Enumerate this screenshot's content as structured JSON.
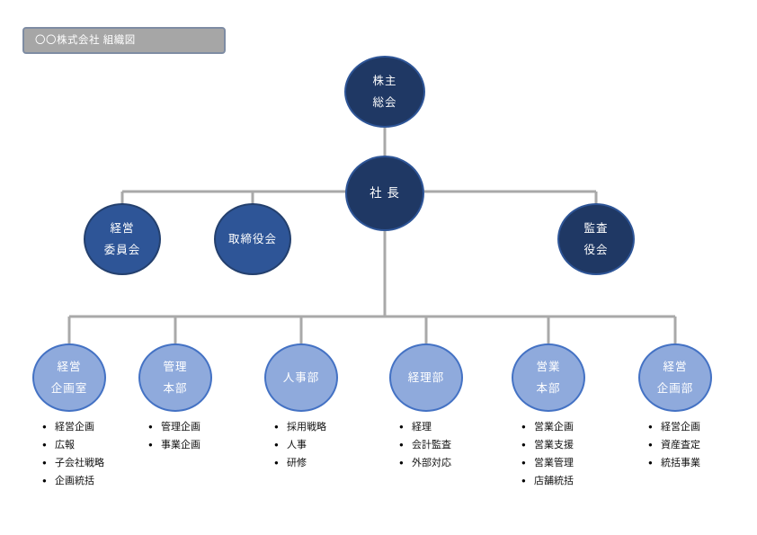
{
  "title": "〇〇株式会社 組織図",
  "bullet_glyph": "●",
  "colors": {
    "navy": "#1F3864",
    "navy_border": "#2E5597",
    "blue": "#2E5597",
    "blue_border": "#24406E",
    "lightblue": "#8FAADC",
    "lightblue_border": "#4472C4",
    "line": "#A9A9A9",
    "title_fill": "#A6A6A6",
    "title_border": "#7E8CA3"
  },
  "nodes": {
    "shareholders_meeting": {
      "line1": "株主",
      "line2": "総会"
    },
    "president": {
      "line1": "社 長"
    },
    "management_committee": {
      "line1": "経営",
      "line2": "委員会"
    },
    "board_of_directors": {
      "line1": "取締役会"
    },
    "audit_board": {
      "line1": "監査",
      "line2": "役会"
    }
  },
  "departments": [
    {
      "line1": "経営",
      "line2": "企画室",
      "items": [
        "経営企画",
        "広報",
        "子会社戦略",
        "企画統括"
      ]
    },
    {
      "line1": "管理",
      "line2": "本部",
      "items": [
        "管理企画",
        "事業企画"
      ]
    },
    {
      "line1": "人事部",
      "items": [
        "採用戦略",
        "人事",
        "研修"
      ]
    },
    {
      "line1": "経理部",
      "items": [
        "経理",
        "会計監査",
        "外部対応"
      ]
    },
    {
      "line1": "営業",
      "line2": "本部",
      "items": [
        "営業企画",
        "営業支援",
        "営業管理",
        "店舗統括"
      ]
    },
    {
      "line1": "経営",
      "line2": "企画部",
      "items": [
        "経営企画",
        "資産査定",
        "統括事業"
      ]
    }
  ]
}
